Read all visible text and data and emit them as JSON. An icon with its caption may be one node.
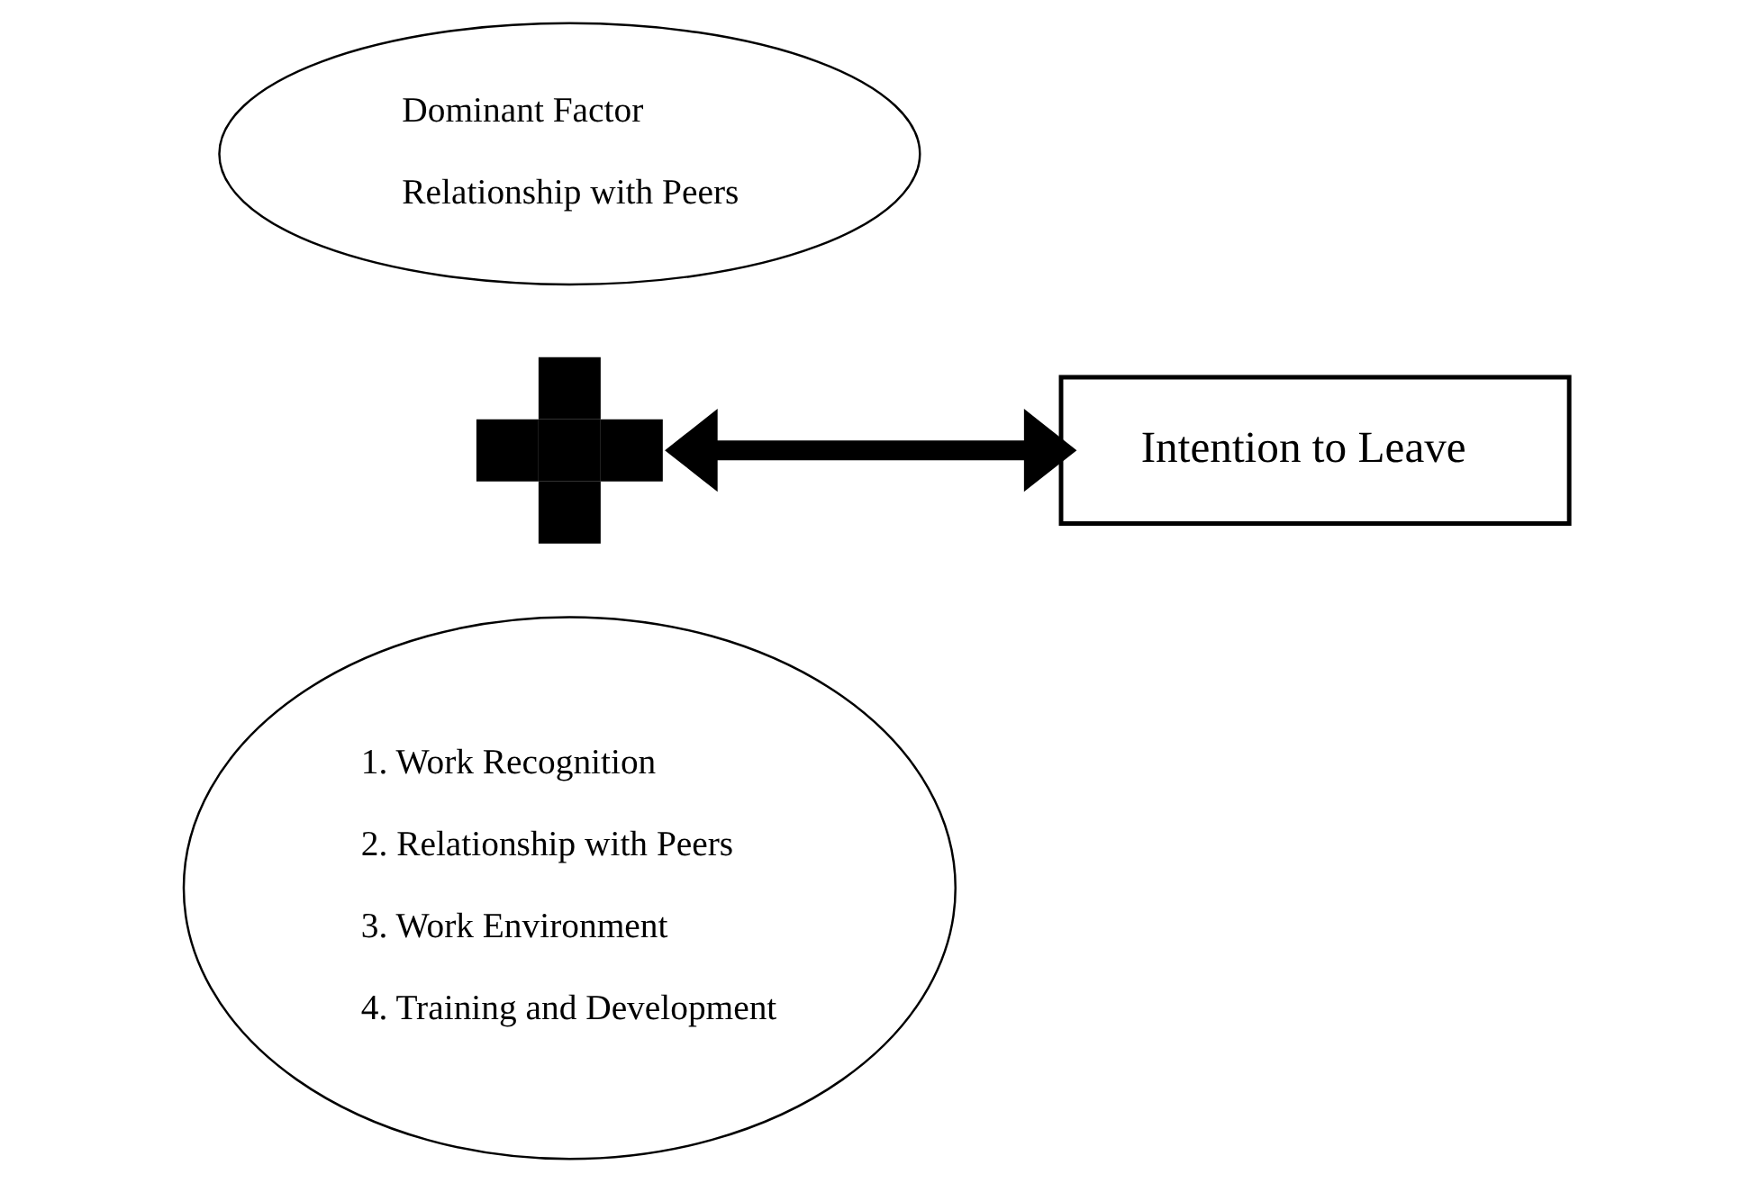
{
  "diagram": {
    "nodes": [
      {
        "text": [
          "Dominant Factor",
          "Relationship with Peers"
        ]
      },
      {
        "text": [],
        "shape": "plus"
      },
      {
        "text": [
          "Intention to Leave"
        ]
      },
      {
        "text": [
          "1. Work Recognition",
          "2. Relationship with Peers",
          "3. Work Environment",
          "4. Training and Development"
        ]
      }
    ],
    "edges": [
      {
        "from": 1,
        "to": 2,
        "arrow": "both"
      }
    ]
  }
}
